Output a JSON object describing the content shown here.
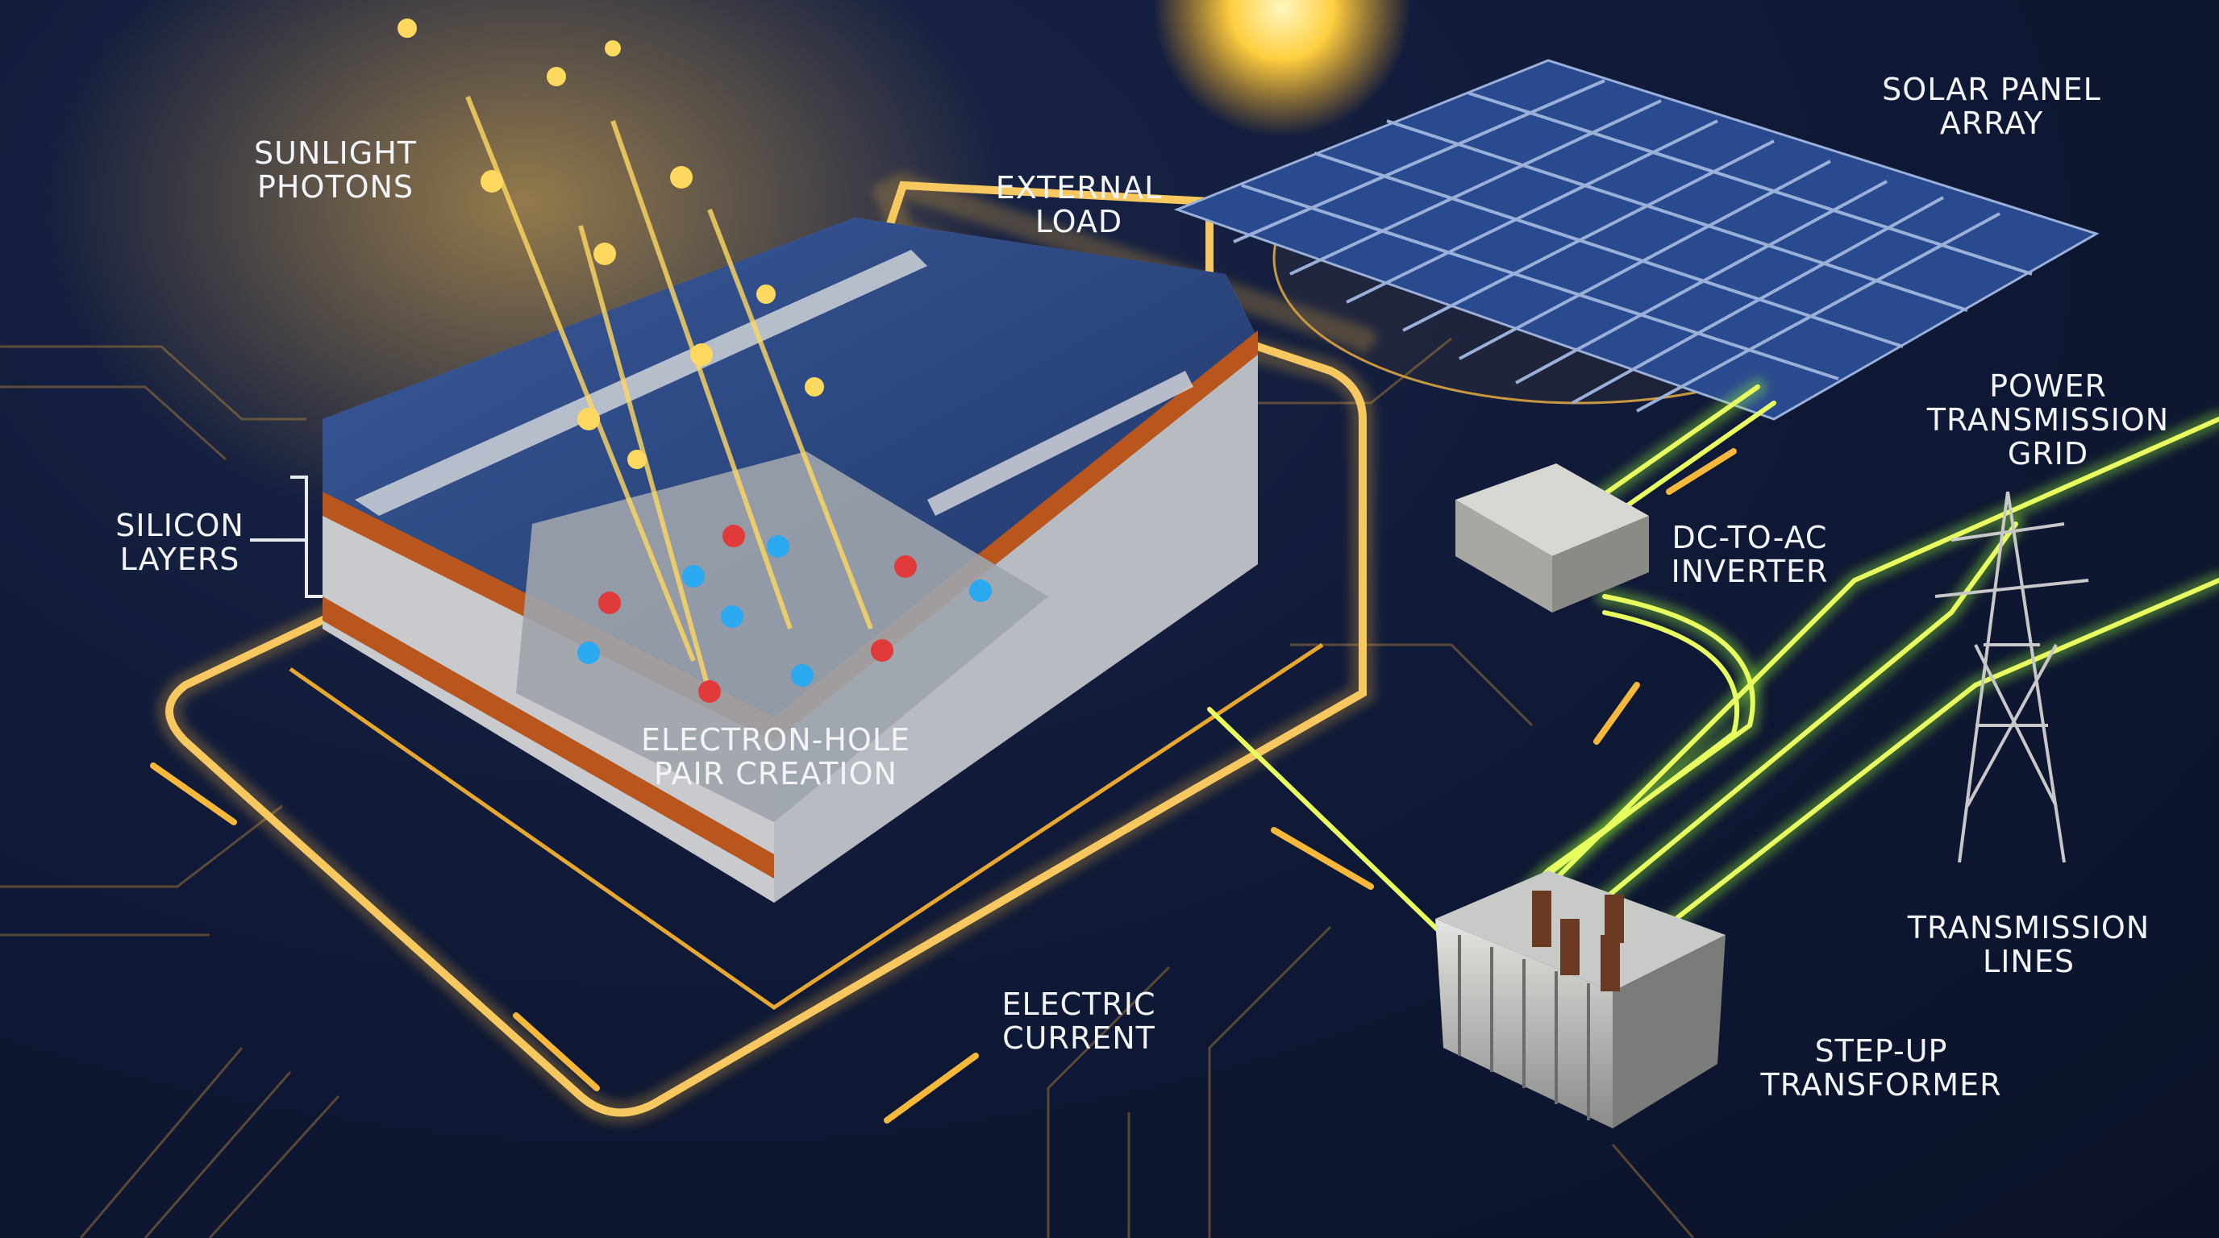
{
  "labels": {
    "sunlight_photons": [
      "SUNLIGHT",
      "PHOTONS"
    ],
    "external_load": [
      "EXTERNAL",
      "LOAD"
    ],
    "solar_panel_array": [
      "SOLAR PANEL",
      "ARRAY"
    ],
    "power_transmission_grid": [
      "POWER",
      "TRANSMISSION",
      "GRID"
    ],
    "dc_to_ac_inverter": [
      "DC-TO-AC",
      "INVERTER"
    ],
    "silicon_layers": [
      "SILICON",
      "LAYERS"
    ],
    "electron_hole_pair_creation": [
      "ELECTRON-HOLE",
      "PAIR CREATION"
    ],
    "transmission_lines": [
      "TRANSMISSION",
      "LINES"
    ],
    "electric_current": [
      "ELECTRIC",
      "CURRENT"
    ],
    "step_up_transformer": [
      "STEP-UP",
      "TRANSFORMER"
    ]
  },
  "colors": {
    "background": "#0f1835",
    "circuit_gold": "#f5b83a",
    "power_line_green": "#b8f03a",
    "cell_blue": "#2a4a8a",
    "electron_blue": "#2aa8f0",
    "hole_red": "#e03a3a",
    "label_text": "#f2f4f8"
  }
}
